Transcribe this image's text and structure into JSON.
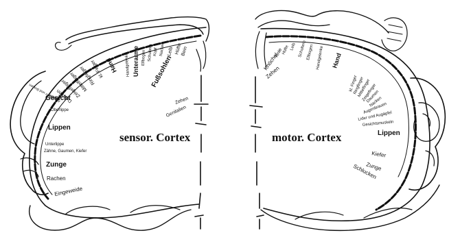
{
  "sensory": {
    "title": "sensor. Cortex",
    "labels": {
      "genitalien": "Genitalien",
      "zehen": "Zehen",
      "fusssohlen": "Fußsohlen",
      "bein": "Bein",
      "hufte": "Hüfte",
      "leib": "Leib",
      "nacken": "Nacken",
      "kopf": "Kopf",
      "schultern": "Schultern",
      "ellbogen": "Ellbogen",
      "unterarme": "Unterarme",
      "handgelenke": "Handgelenke",
      "hand": "Hand",
      "kl_finger": "kl. Finger",
      "ringfinger": "Ringfinger",
      "mittelfinger": "Mittelfinger",
      "zeigefinger": "Zeigefinger",
      "daumen": "Daumen",
      "augen": "Augenlider und Brauen",
      "nase": "Nase",
      "gesicht": "Gesicht",
      "oberlippe": "Oberlippe",
      "lippen": "Lippen",
      "unterlippe": "Unterlippe",
      "zahne": "Zähne, Gaumen, Kiefer",
      "zunge": "Zunge",
      "rachen": "Rachen",
      "eingeweide": "Eingeweide"
    }
  },
  "motor": {
    "title": "motor. Cortex",
    "labels": {
      "zehen": "Zehen",
      "knochel": "Knöchel",
      "knie": "Knie",
      "hufte": "Hüfte",
      "leib": "Leib",
      "schultern": "Schultern",
      "ellbogen": "Ellbogen",
      "handgelenke": "Handgelenke",
      "hand": "Hand",
      "kl_finger": "kl. Finger",
      "ringfinger": "Ringfinger",
      "mittelfinger": "Mittelfinger",
      "zeigefinger": "Zeigefinger",
      "daumen": "Daumen",
      "nacken": "Nacken",
      "augenbrauen": "Augenbrauen",
      "lider": "Lider und Augäpfel",
      "gesichtsmuskeln": "Gesichtsmuskeln",
      "lippen": "Lippen",
      "kiefer": "Kiefer",
      "zunge": "Zunge",
      "schlucken": "Schlucken"
    }
  }
}
